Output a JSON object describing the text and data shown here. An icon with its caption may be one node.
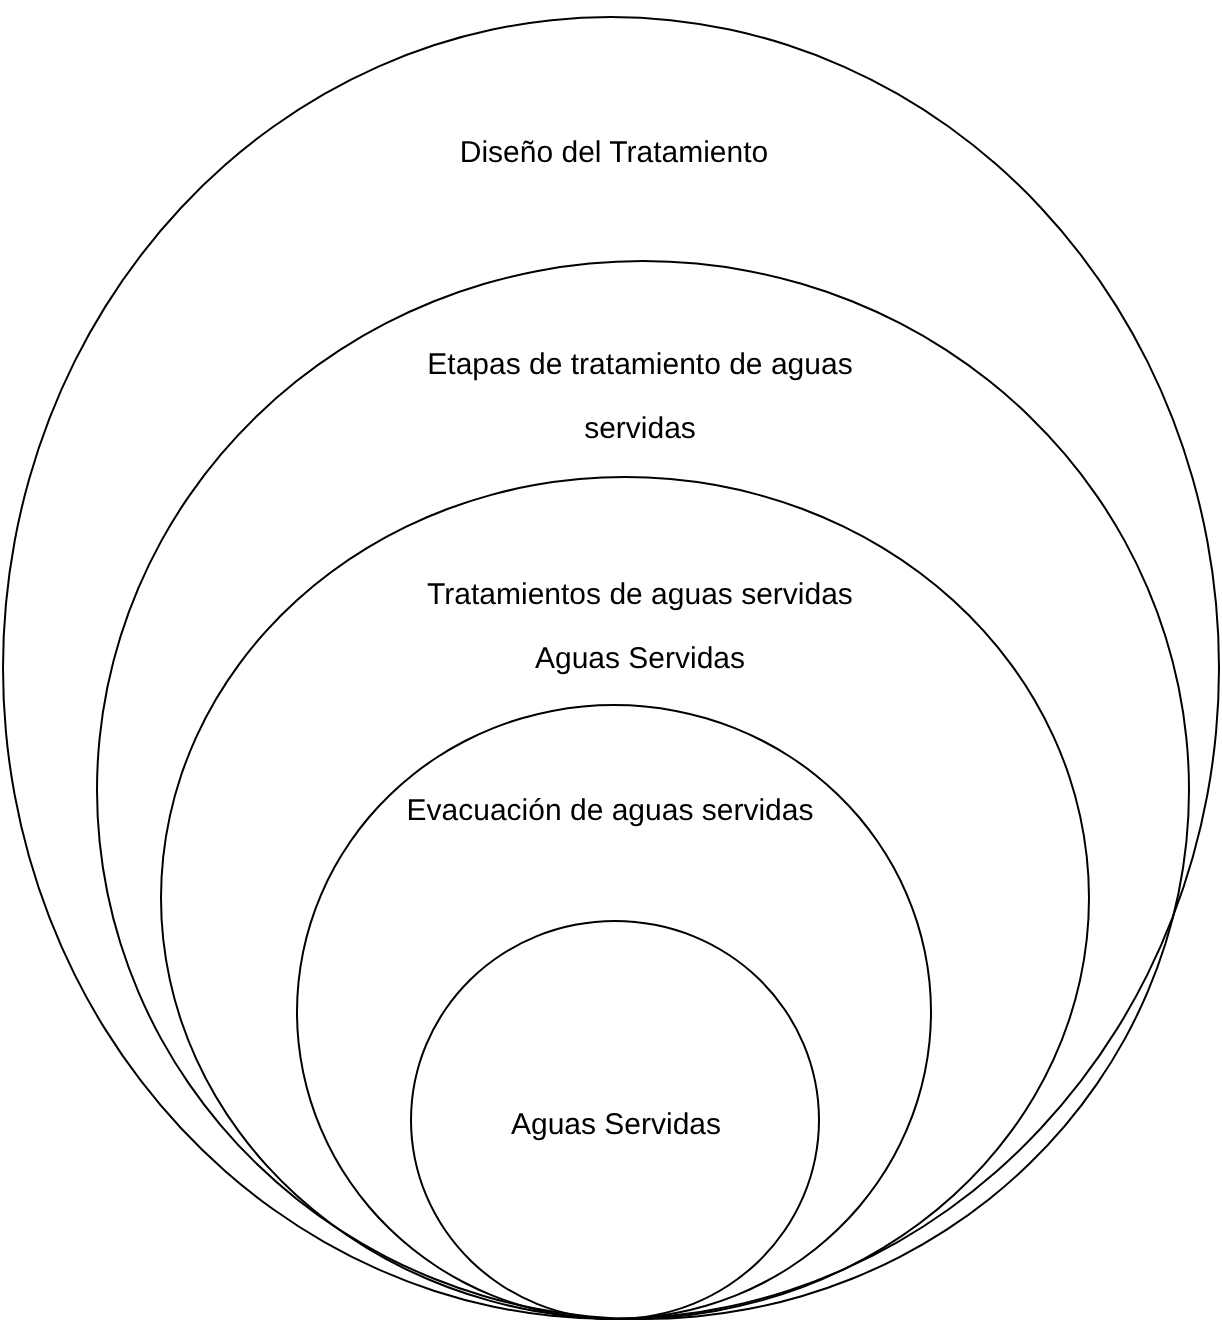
{
  "diagram": {
    "nodes": [
      {
        "text": [
          "Diseño del Tratamiento"
        ]
      },
      {
        "text": [
          "Etapas de tratamiento de aguas servidas"
        ],
        "in": 0
      },
      {
        "text": [
          "Tratamientos de aguas servidas Aguas Servidas"
        ],
        "in": 1
      },
      {
        "text": [
          "Evacuación de aguas servidas"
        ],
        "in": 2
      },
      {
        "text": [
          "Aguas Servidas"
        ],
        "in": 3
      }
    ]
  }
}
